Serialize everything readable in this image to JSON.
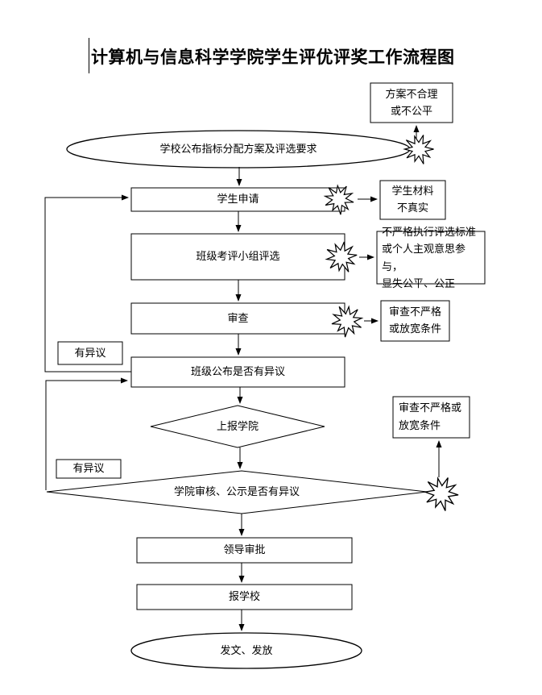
{
  "page": {
    "title": "计算机与信息科学学院学生评优评奖工作流程图"
  },
  "colors": {
    "stroke": "#000000",
    "background": "#ffffff",
    "text": "#000000"
  },
  "nodes": {
    "school_publish": "学校公布指标分配方案及评选要求",
    "plan_issue": "方案不合理\n或不公平",
    "student_apply": "学生申请",
    "student_material": "学生材料\n不真实",
    "class_eval": "班级考评小组评选",
    "not_strict": "不严格执行评选标准\n或个人主观意思参与，\n显失公平、公正",
    "review": "审查",
    "review_issue1": "审查不严格\n或放宽条件",
    "objection1": "有异议",
    "class_publish": "班级公布是否有异议",
    "report_college": "上报学院",
    "review_issue2": "审查不严格或\n放宽条件",
    "objection2": "有异议",
    "college_review": "学院审核、公示是否有异议",
    "leader_approve": "领导审批",
    "report_school": "报学校",
    "issue_distribute": "发文、发放"
  }
}
